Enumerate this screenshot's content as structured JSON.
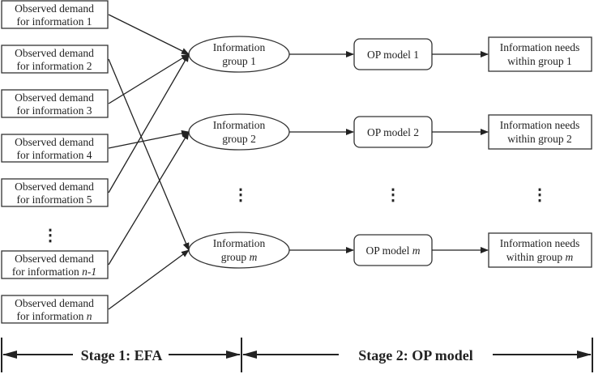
{
  "inputs": [
    {
      "line1": "Observed demand",
      "line2": "for information",
      "idx": "1"
    },
    {
      "line1": "Observed demand",
      "line2": "for information",
      "idx": "2"
    },
    {
      "line1": "Observed demand",
      "line2": "for information",
      "idx": "3"
    },
    {
      "line1": "Observed demand",
      "line2": "for information",
      "idx": "4"
    },
    {
      "line1": "Observed demand",
      "line2": "for information",
      "idx": "5"
    },
    {
      "line1": "Observed demand",
      "line2": "for information",
      "idx": "n-1"
    },
    {
      "line1": "Observed demand",
      "line2": "for information",
      "idx": "n"
    }
  ],
  "groups": [
    {
      "line1": "Information",
      "line2": "group",
      "idx": "1"
    },
    {
      "line1": "Information",
      "line2": "group",
      "idx": "2"
    },
    {
      "line1": "Information",
      "line2": "group",
      "idx": "m"
    }
  ],
  "models": [
    {
      "label": "OP model",
      "idx": "1"
    },
    {
      "label": "OP model",
      "idx": "2"
    },
    {
      "label": "OP model",
      "idx": "m"
    }
  ],
  "needs": [
    {
      "line1": "Information needs",
      "line2": "within group",
      "idx": "1"
    },
    {
      "line1": "Information needs",
      "line2": "within group",
      "idx": "2"
    },
    {
      "line1": "Information needs",
      "line2": "within group",
      "idx": "m"
    }
  ],
  "ellipsis": "⋮",
  "stages": {
    "stage1": "Stage 1: EFA",
    "stage2": "Stage 2: OP model"
  }
}
